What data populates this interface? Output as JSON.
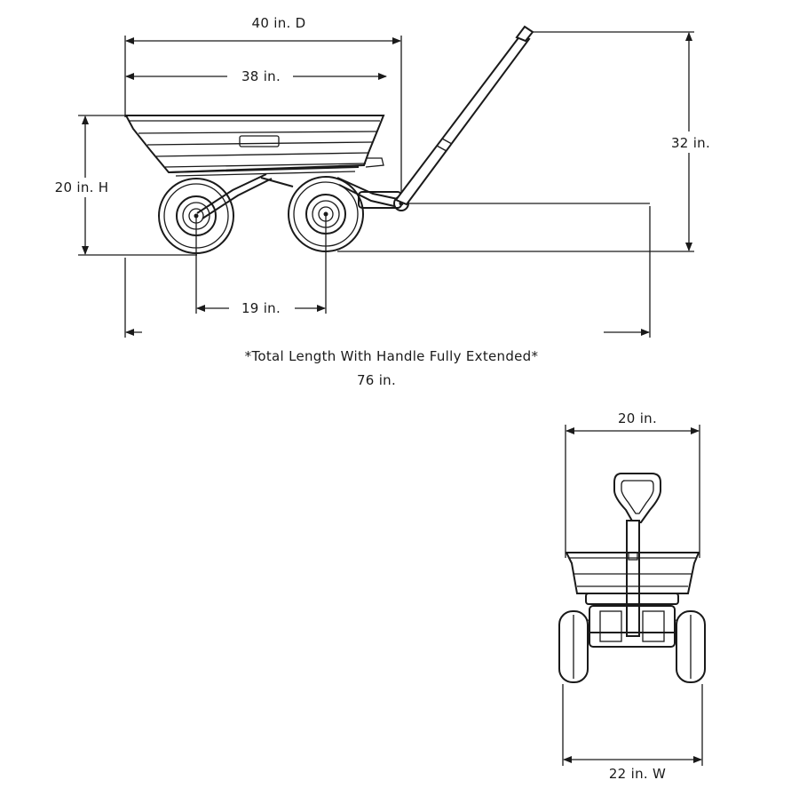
{
  "side_view": {
    "depth_label": "40 in. D",
    "bed_length_label": "38 in.",
    "height_label": "20 in. H",
    "handle_height_label": "32 in.",
    "wheelbase_label": "19 in.",
    "note_line1": "*Total Length With Handle Fully Extended*",
    "note_line2": "76 in."
  },
  "rear_view": {
    "top_width_label": "20 in.",
    "overall_width_label": "22 in. W"
  },
  "colors": {
    "line": "#1a1a1a",
    "background": "#ffffff"
  }
}
